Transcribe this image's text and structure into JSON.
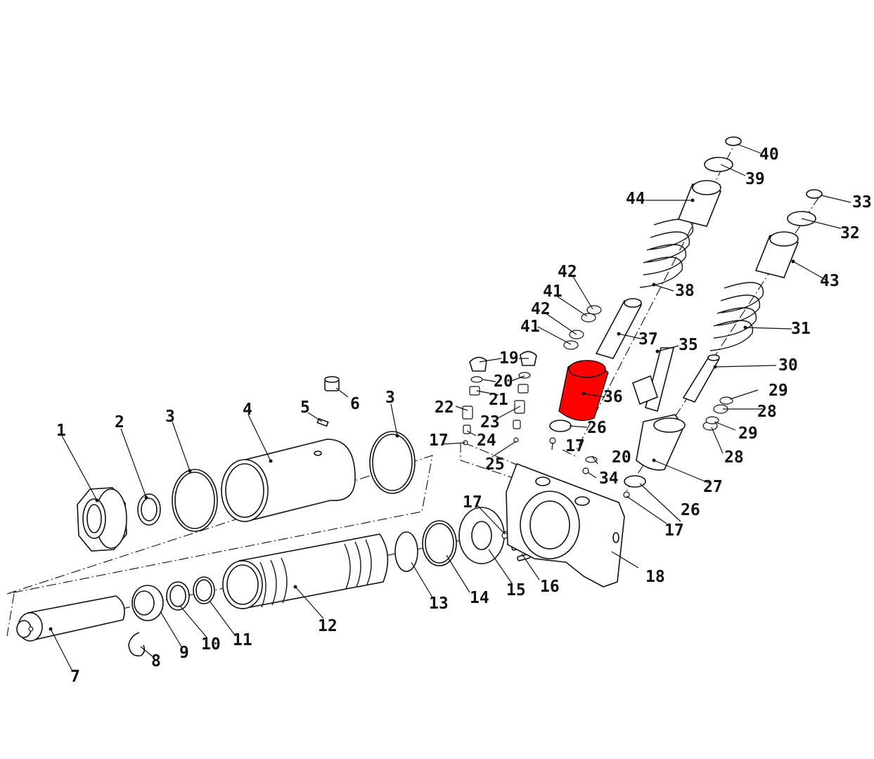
{
  "diagram": {
    "highlight_color": "#ff0000",
    "line_color": "#111111",
    "background": "#ffffff",
    "highlighted_part": "36",
    "callouts": [
      "1",
      "2",
      "3",
      "4",
      "5",
      "6",
      "7",
      "8",
      "9",
      "10",
      "11",
      "12",
      "13",
      "14",
      "15",
      "16",
      "17",
      "18",
      "19",
      "20",
      "21",
      "22",
      "23",
      "24",
      "25",
      "26",
      "27",
      "28",
      "29",
      "30",
      "31",
      "32",
      "33",
      "34",
      "35",
      "36",
      "37",
      "38",
      "39",
      "40",
      "41",
      "42",
      "43",
      "44"
    ],
    "labels": {
      "p1": "1",
      "p2": "2",
      "p3a": "3",
      "p3b": "3",
      "p4": "4",
      "p5": "5",
      "p6": "6",
      "p7": "7",
      "p8": "8",
      "p9": "9",
      "p10": "10",
      "p11": "11",
      "p12": "12",
      "p13": "13",
      "p14": "14",
      "p15": "15",
      "p16": "16",
      "p17a": "17",
      "p17b": "17",
      "p17c": "17",
      "p17d": "17",
      "p18": "18",
      "p19": "19",
      "p20a": "20",
      "p20b": "20",
      "p21": "21",
      "p22": "22",
      "p23": "23",
      "p24": "24",
      "p25": "25",
      "p26a": "26",
      "p26b": "26",
      "p27": "27",
      "p28a": "28",
      "p28b": "28",
      "p29a": "29",
      "p29b": "29",
      "p30": "30",
      "p31": "31",
      "p32": "32",
      "p33": "33",
      "p34": "34",
      "p35": "35",
      "p36": "36",
      "p37": "37",
      "p38": "38",
      "p39": "39",
      "p40": "40",
      "p41a": "41",
      "p41b": "41",
      "p42a": "42",
      "p42b": "42",
      "p43": "43",
      "p44": "44"
    }
  }
}
